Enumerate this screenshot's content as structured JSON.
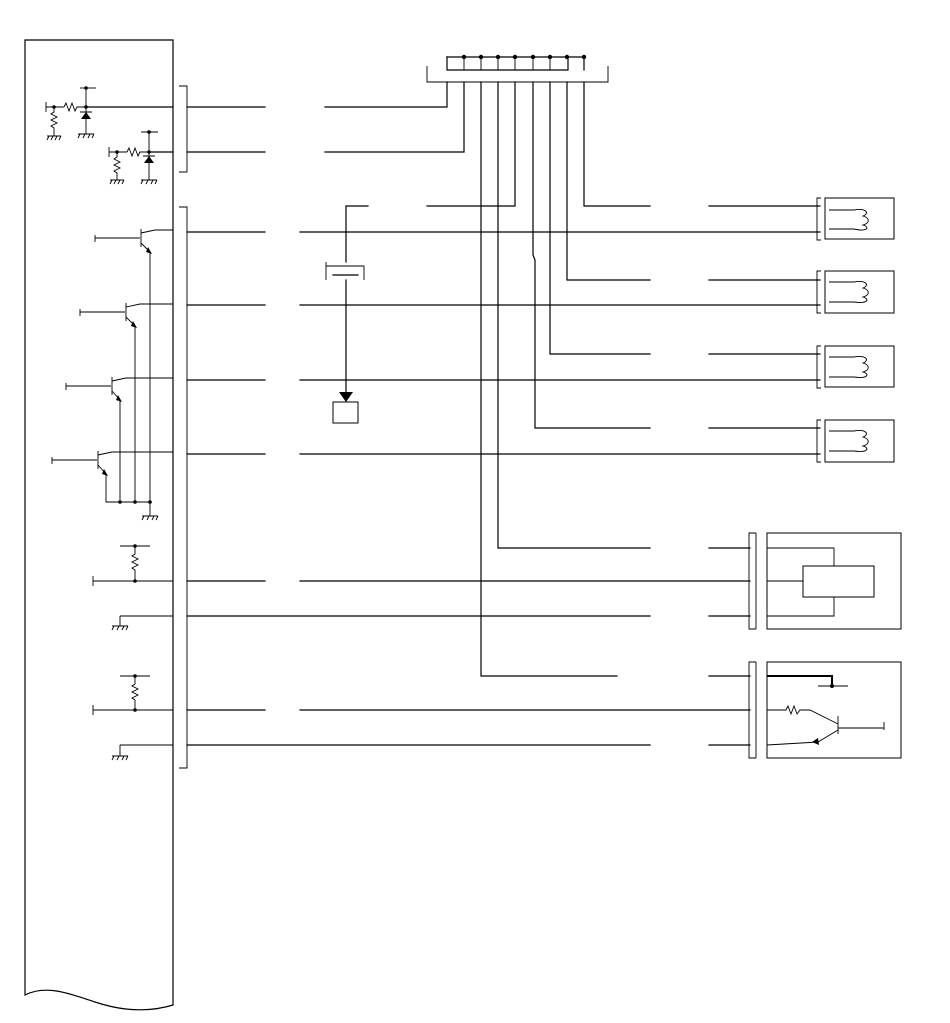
{
  "diagram": {
    "type": "wiring-schematic",
    "colors": {
      "line": "#000000",
      "background": "#ffffff"
    },
    "components": [
      {
        "id": "control-module",
        "kind": "module-housing"
      },
      {
        "id": "top-connector",
        "kind": "multi-pin-connector",
        "pins": 8
      },
      {
        "id": "solenoid-1",
        "kind": "coil"
      },
      {
        "id": "solenoid-2",
        "kind": "coil"
      },
      {
        "id": "solenoid-3",
        "kind": "coil"
      },
      {
        "id": "solenoid-4",
        "kind": "coil"
      },
      {
        "id": "sensor-a",
        "kind": "sensor-box"
      },
      {
        "id": "sensor-b",
        "kind": "transistor-sensor"
      },
      {
        "id": "inline-fuse",
        "kind": "fuse"
      },
      {
        "id": "ground-point",
        "kind": "box"
      }
    ]
  }
}
